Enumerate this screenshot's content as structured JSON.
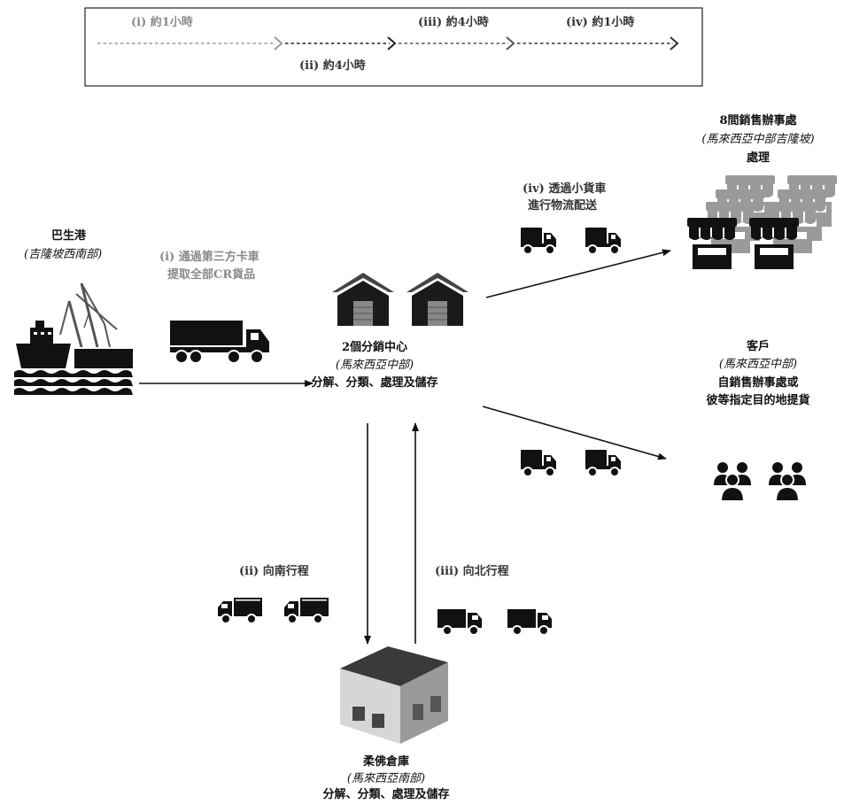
{
  "legend": {
    "step_i": "(i) 約1小時",
    "step_ii": "(ii) 約4小時",
    "step_iii": "(iii) 約4小時",
    "step_iv": "(iv) 約1小時"
  },
  "port": {
    "title": "巴生港",
    "subtitle": "(吉隆坡西南部)"
  },
  "leg_i": {
    "line1": "(i) 通過第三方卡車",
    "line2": "提取全部CR貨品"
  },
  "distribution_center": {
    "title": "2個分銷中心",
    "subtitle": "(馬來西亞中部)",
    "desc": "分解、分類、處理及儲存"
  },
  "leg_iv": {
    "line1": "(iv) 透過小貨車",
    "line2": "進行物流配送"
  },
  "sales_offices": {
    "title": "8間銷售辦事處",
    "subtitle": "(馬來西亞中部吉隆坡)",
    "desc": "處理"
  },
  "customers": {
    "title": "客戶",
    "subtitle": "(馬來西亞中部)",
    "line1": "自銷售辦事處或",
    "line2": "彼等指定目的地提貨"
  },
  "leg_ii": {
    "label": "(ii) 向南行程"
  },
  "leg_iii": {
    "label": "(iii) 向北行程"
  },
  "warehouse": {
    "title": "柔佛倉庫",
    "subtitle": "(馬來西亞南部)",
    "desc": "分解、分類、處理及儲存"
  }
}
